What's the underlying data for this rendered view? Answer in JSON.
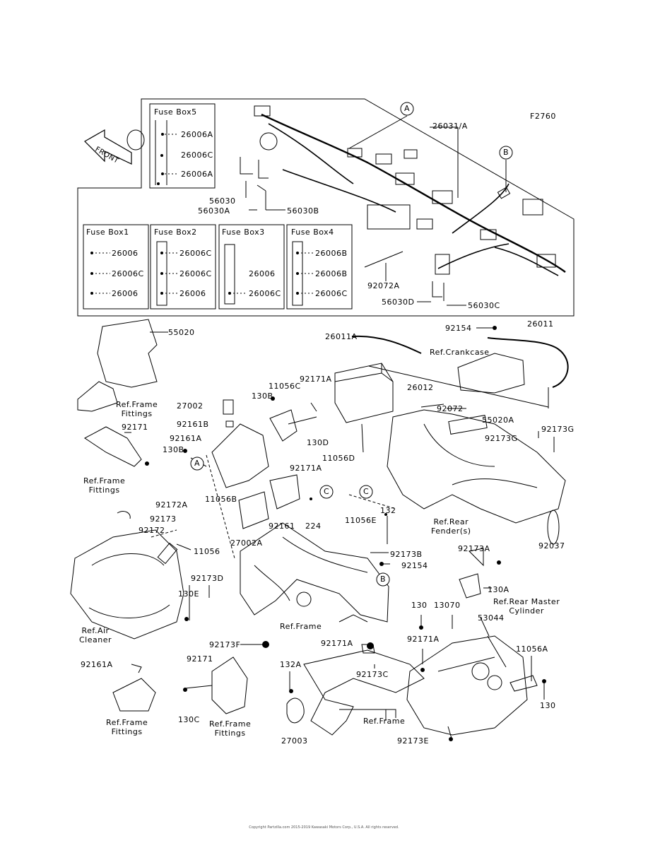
{
  "figure_code": "F2760",
  "front_label": "FRONT",
  "callouts": [
    "A",
    "B",
    "A",
    "C",
    "C",
    "B"
  ],
  "fuse_boxes": {
    "box5": {
      "title": "Fuse Box5",
      "items": [
        "26006A",
        "26006C",
        "26006A"
      ]
    },
    "box1": {
      "title": "Fuse Box1",
      "items": [
        "26006",
        "26006C",
        "26006"
      ]
    },
    "box2": {
      "title": "Fuse Box2",
      "items": [
        "26006C",
        "26006C",
        "26006"
      ]
    },
    "box3": {
      "title": "Fuse Box3",
      "items": [
        "26006",
        "26006C"
      ]
    },
    "box4": {
      "title": "Fuse Box4",
      "items": [
        "26006B",
        "26006B",
        "26006C"
      ]
    }
  },
  "part_labels": [
    "26031/A",
    "56030",
    "56030A",
    "56030B",
    "92072A",
    "56030D",
    "56030C",
    "55020",
    "26011A",
    "92154",
    "26011",
    "Ref.Crankcase",
    "26012",
    "92072",
    "55020A",
    "92173G",
    "92173G",
    "Ref.Frame\nFittings",
    "92171",
    "Ref.Frame\nFittings",
    "27002",
    "130B",
    "11056C",
    "92171A",
    "92161B",
    "130D",
    "92161A",
    "130B",
    "92171A",
    "11056D",
    "11056B",
    "224",
    "132",
    "Ref.Rear\nFender(s)",
    "92037",
    "92172A",
    "92173",
    "92172",
    "11056",
    "27002A",
    "92161",
    "11056E",
    "92173B",
    "92154",
    "92173A",
    "130A",
    "Ref.Rear Master\nCylinder",
    "92173D",
    "130E",
    "Ref.Frame",
    "Ref.Air\nCleaner",
    "92171A",
    "130",
    "13070",
    "53044",
    "92171A",
    "11056A",
    "92173F",
    "92173C",
    "92161A",
    "92171",
    "132A",
    "130C",
    "Ref.Frame\nFittings",
    "Ref.Frame",
    "27003",
    "92173E",
    "130",
    "Ref.Frame\nFittings"
  ],
  "copyright": "Copyright Partzilla.com 2015-2019 Kawasaki Motors Corp., U.S.A. All rights reserved."
}
